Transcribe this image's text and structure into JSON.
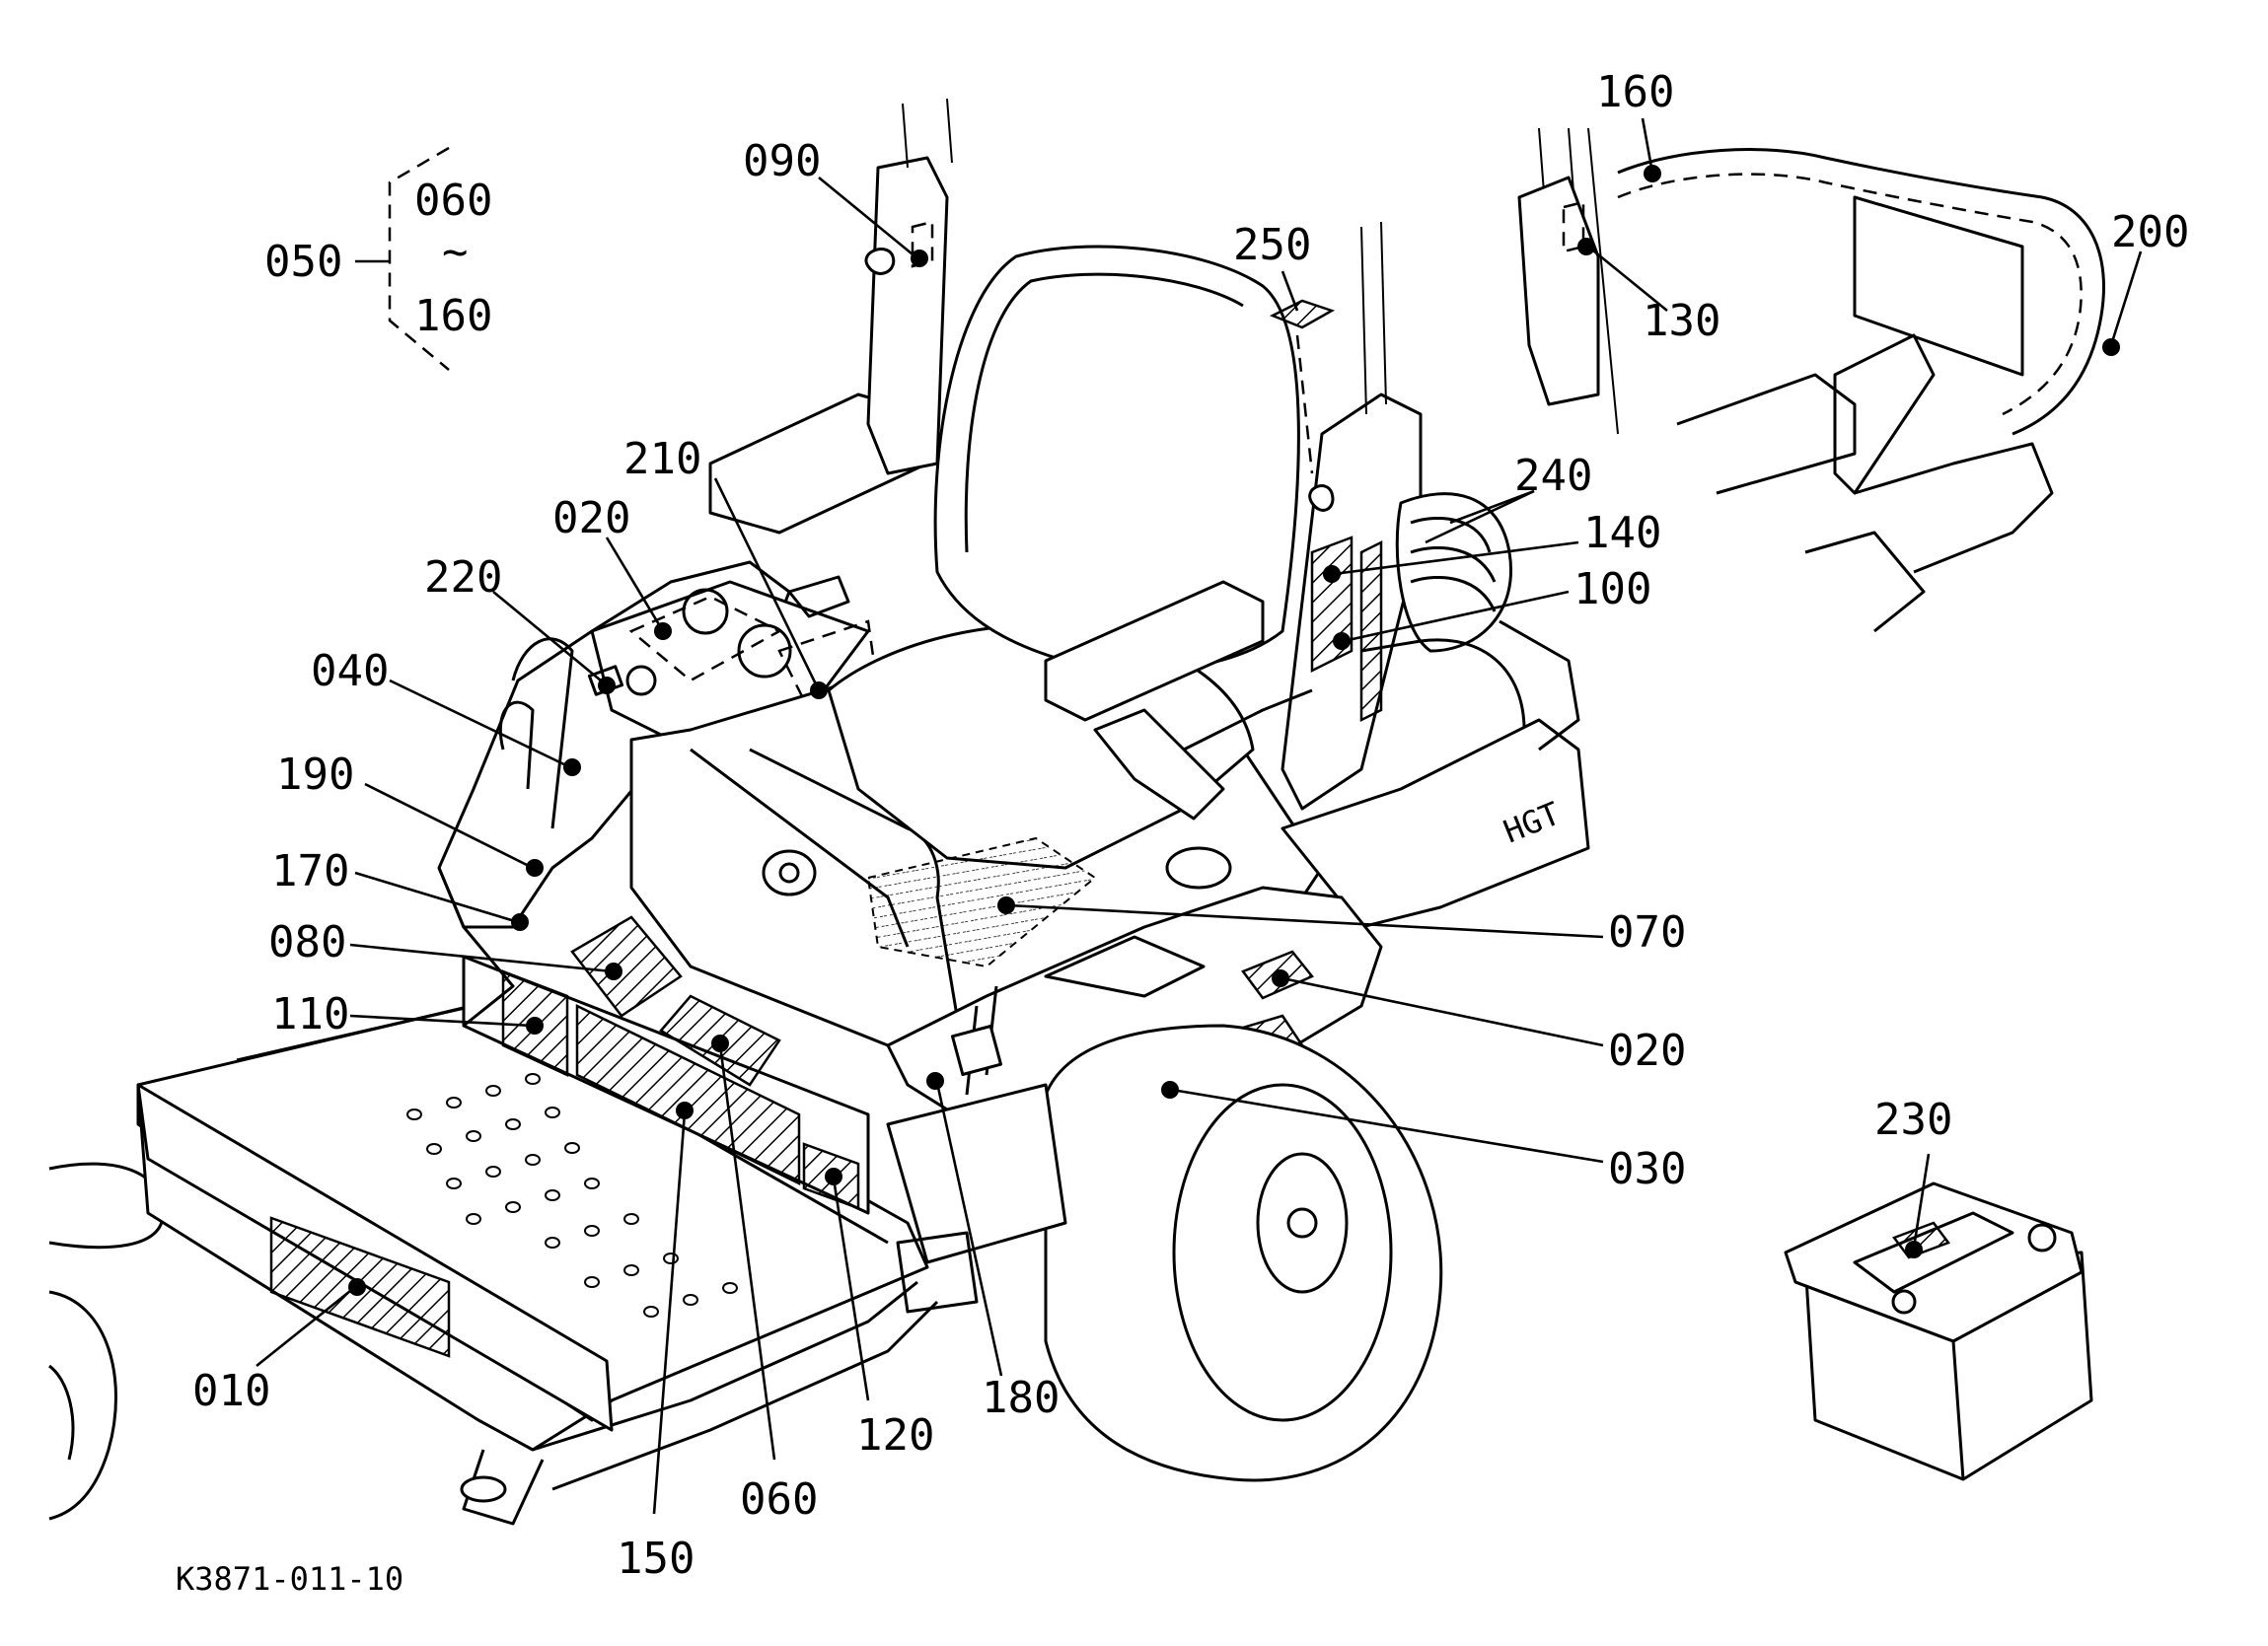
{
  "diagram": {
    "code": "K3871-011-10",
    "group": {
      "label": "050",
      "range_from": "060",
      "range_sep": "~",
      "range_to": "160"
    },
    "callouts": [
      {
        "id": "090",
        "label": "090"
      },
      {
        "id": "250",
        "label": "250"
      },
      {
        "id": "160a",
        "label": "160"
      },
      {
        "id": "130",
        "label": "130"
      },
      {
        "id": "200",
        "label": "200"
      },
      {
        "id": "210",
        "label": "210"
      },
      {
        "id": "020a",
        "label": "020"
      },
      {
        "id": "220",
        "label": "220"
      },
      {
        "id": "040",
        "label": "040"
      },
      {
        "id": "190",
        "label": "190"
      },
      {
        "id": "170",
        "label": "170"
      },
      {
        "id": "080",
        "label": "080"
      },
      {
        "id": "110",
        "label": "110"
      },
      {
        "id": "240",
        "label": "240"
      },
      {
        "id": "140",
        "label": "140"
      },
      {
        "id": "100",
        "label": "100"
      },
      {
        "id": "070",
        "label": "070"
      },
      {
        "id": "020b",
        "label": "020"
      },
      {
        "id": "030",
        "label": "030"
      },
      {
        "id": "230",
        "label": "230"
      },
      {
        "id": "010",
        "label": "010"
      },
      {
        "id": "150",
        "label": "150"
      },
      {
        "id": "060",
        "label": "060"
      },
      {
        "id": "120",
        "label": "120"
      },
      {
        "id": "180",
        "label": "180"
      }
    ],
    "engine_badge": "HGT"
  }
}
